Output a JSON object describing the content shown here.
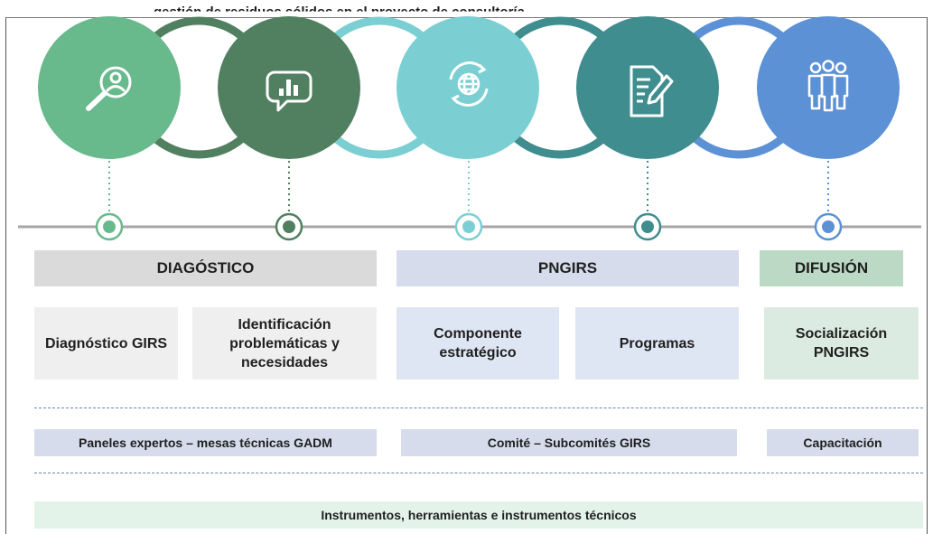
{
  "header": {
    "title": "gestión de residuos sólidos en el proyecto de consultoría"
  },
  "icons": [
    {
      "name": "search-person-icon",
      "color": "#68b98c"
    },
    {
      "name": "chat-chart-icon",
      "color": "#50805f"
    },
    {
      "name": "globe-refresh-icon",
      "color": "#7bcfd3"
    },
    {
      "name": "document-pen-icon",
      "color": "#3f8d8e"
    },
    {
      "name": "people-group-icon",
      "color": "#5c91d6"
    }
  ],
  "phases": {
    "diagnostico": {
      "label": "DIAGÓSTICO"
    },
    "pngirs": {
      "label": "PNGIRS"
    },
    "difusion": {
      "label": "DIFUSIÓN"
    }
  },
  "activities": {
    "diagnostico_girs": "Diagnóstico GIRS",
    "identificacion": "Identificación problemáticas y necesidades",
    "componente": "Componente estratégico",
    "programas": "Programas",
    "socializacion": "Socialización PNGIRS"
  },
  "support": {
    "paneles": "Paneles expertos – mesas técnicas GADM",
    "comite": "Comité – Subcomités GIRS",
    "capacitacion": "Capacitación"
  },
  "footer": {
    "instrumentos": "Instrumentos, herramientas e instrumentos técnicos"
  }
}
